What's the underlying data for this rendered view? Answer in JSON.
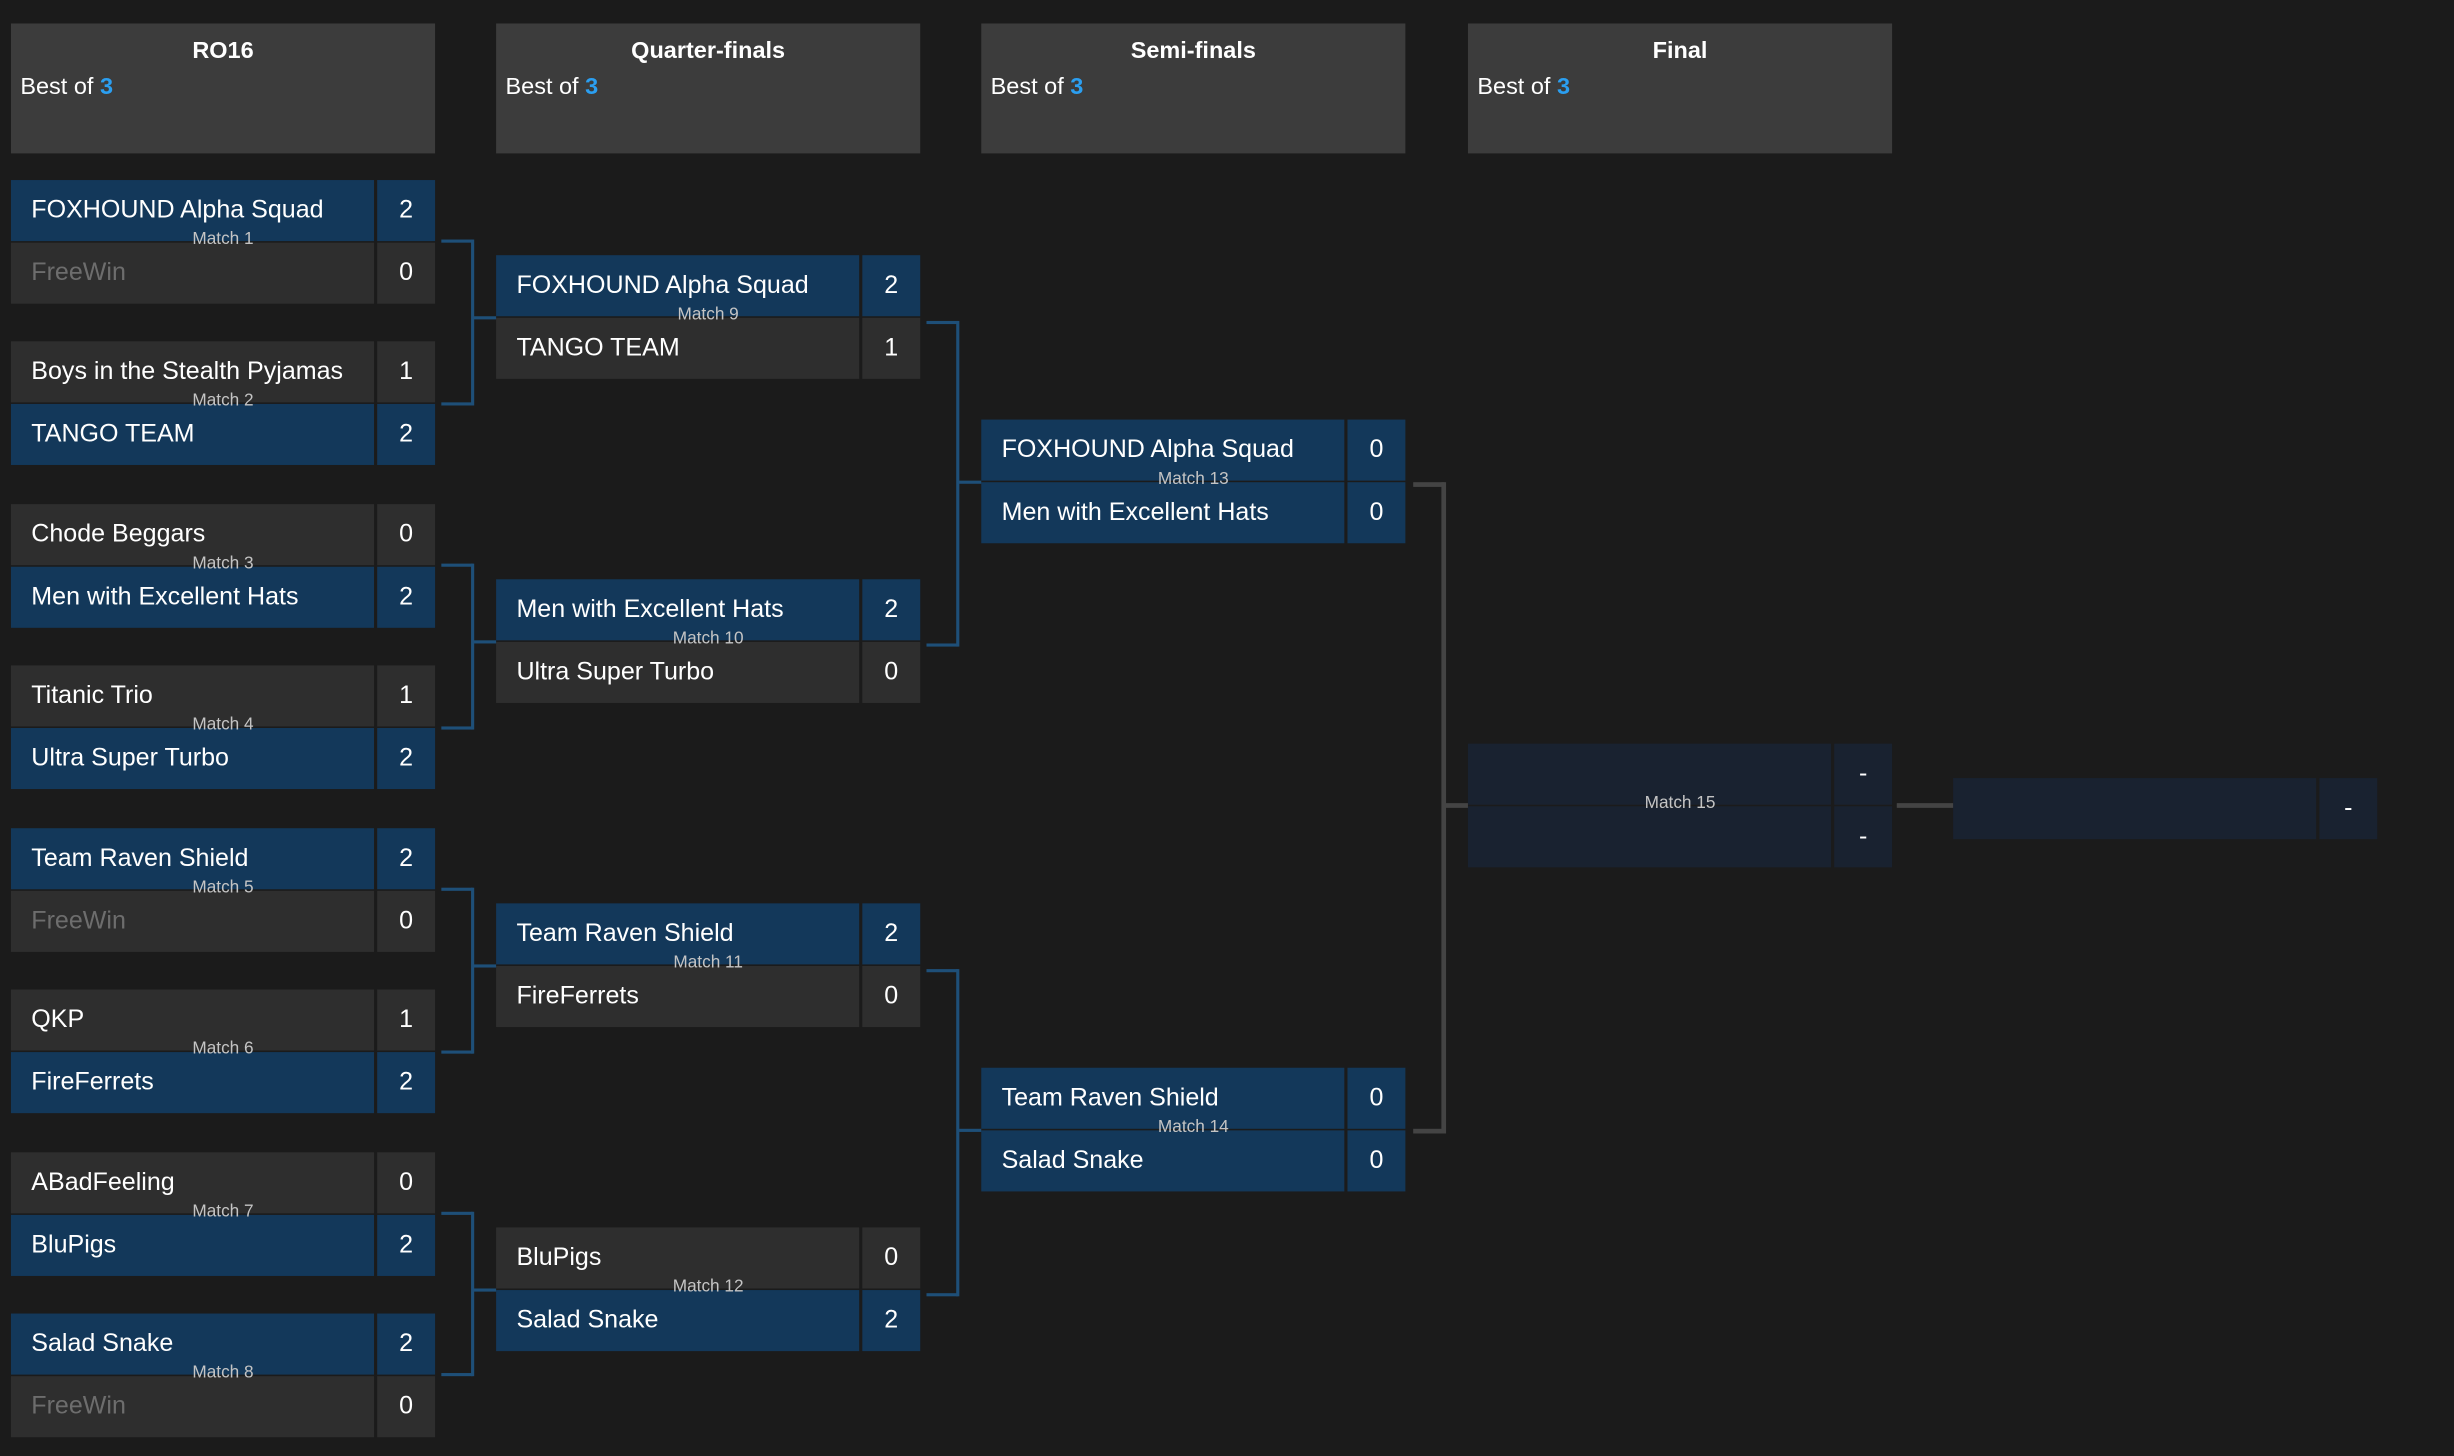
{
  "rounds": [
    {
      "title": "RO16",
      "best_of_label": "Best of",
      "best_of": "3"
    },
    {
      "title": "Quarter-finals",
      "best_of_label": "Best of",
      "best_of": "3"
    },
    {
      "title": "Semi-finals",
      "best_of_label": "Best of",
      "best_of": "3"
    },
    {
      "title": "Final",
      "best_of_label": "Best of",
      "best_of": "3"
    }
  ],
  "matches": {
    "m1": {
      "label": "Match 1",
      "t1": {
        "name": "FOXHOUND Alpha Squad",
        "score": "2"
      },
      "t2": {
        "name": "FreeWin",
        "score": "0"
      }
    },
    "m2": {
      "label": "Match 2",
      "t1": {
        "name": "Boys in the Stealth Pyjamas",
        "score": "1"
      },
      "t2": {
        "name": "TANGO TEAM",
        "score": "2"
      }
    },
    "m3": {
      "label": "Match 3",
      "t1": {
        "name": "Chode Beggars",
        "score": "0"
      },
      "t2": {
        "name": "Men with Excellent Hats",
        "score": "2"
      }
    },
    "m4": {
      "label": "Match 4",
      "t1": {
        "name": "Titanic Trio",
        "score": "1"
      },
      "t2": {
        "name": "Ultra Super Turbo",
        "score": "2"
      }
    },
    "m5": {
      "label": "Match 5",
      "t1": {
        "name": "Team Raven Shield",
        "score": "2"
      },
      "t2": {
        "name": "FreeWin",
        "score": "0"
      }
    },
    "m6": {
      "label": "Match 6",
      "t1": {
        "name": "QKP",
        "score": "1"
      },
      "t2": {
        "name": "FireFerrets",
        "score": "2"
      }
    },
    "m7": {
      "label": "Match 7",
      "t1": {
        "name": "ABadFeeling",
        "score": "0"
      },
      "t2": {
        "name": "BluPigs",
        "score": "2"
      }
    },
    "m8": {
      "label": "Match 8",
      "t1": {
        "name": "Salad Snake",
        "score": "2"
      },
      "t2": {
        "name": "FreeWin",
        "score": "0"
      }
    },
    "m9": {
      "label": "Match 9",
      "t1": {
        "name": "FOXHOUND Alpha Squad",
        "score": "2"
      },
      "t2": {
        "name": "TANGO TEAM",
        "score": "1"
      }
    },
    "m10": {
      "label": "Match 10",
      "t1": {
        "name": "Men with Excellent Hats",
        "score": "2"
      },
      "t2": {
        "name": "Ultra Super Turbo",
        "score": "0"
      }
    },
    "m11": {
      "label": "Match 11",
      "t1": {
        "name": "Team Raven Shield",
        "score": "2"
      },
      "t2": {
        "name": "FireFerrets",
        "score": "0"
      }
    },
    "m12": {
      "label": "Match 12",
      "t1": {
        "name": "BluPigs",
        "score": "0"
      },
      "t2": {
        "name": "Salad Snake",
        "score": "2"
      }
    },
    "m13": {
      "label": "Match 13",
      "t1": {
        "name": "FOXHOUND Alpha Squad",
        "score": "0"
      },
      "t2": {
        "name": "Men with Excellent Hats",
        "score": "0"
      }
    },
    "m14": {
      "label": "Match 14",
      "t1": {
        "name": "Team Raven Shield",
        "score": "0"
      },
      "t2": {
        "name": "Salad Snake",
        "score": "0"
      }
    },
    "m15": {
      "label": "Match 15",
      "t1": {
        "name": "",
        "score": "-"
      },
      "t2": {
        "name": "",
        "score": "-"
      }
    }
  },
  "winner": {
    "name": "",
    "score": "-"
  }
}
